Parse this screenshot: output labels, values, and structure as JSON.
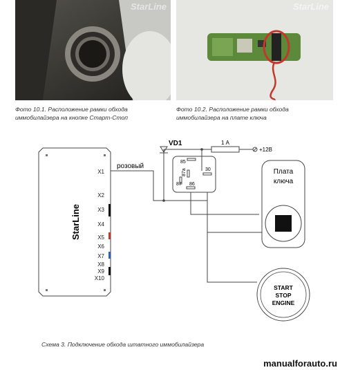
{
  "photos": {
    "photo1": {
      "watermark": "StarLine",
      "caption_line1": "Фото 10.1. Расположение рамки обхода",
      "caption_line2": "иммобилайзера на кнопке Старт-Стоп"
    },
    "photo2": {
      "watermark": "StarLine",
      "caption_line1": "Фото 10.2. Расположение рамки обхода",
      "caption_line2": "иммобилайзера на плате ключа"
    }
  },
  "schematic": {
    "unit_brand": "StarLine",
    "connectors": [
      "X1",
      "X2",
      "X3",
      "X4",
      "X5",
      "X6",
      "X7",
      "X8",
      "X9",
      "X10"
    ],
    "wire_label": "розовый",
    "diode_label": "VD1",
    "fuse_label": "1 А",
    "power_label": "+12В",
    "relay_pins": {
      "p85": "85",
      "p87a": "87a",
      "p30": "30",
      "p87": "87",
      "p86": "86"
    },
    "key_board_line1": "Плата",
    "key_board_line2": "ключа",
    "button_line1": "START",
    "button_line2": "STOP",
    "button_line3": "ENGINE",
    "caption": "Схема 3. Подключение обхода штатного иммобилайзера"
  },
  "footer": "manualforauto.ru"
}
